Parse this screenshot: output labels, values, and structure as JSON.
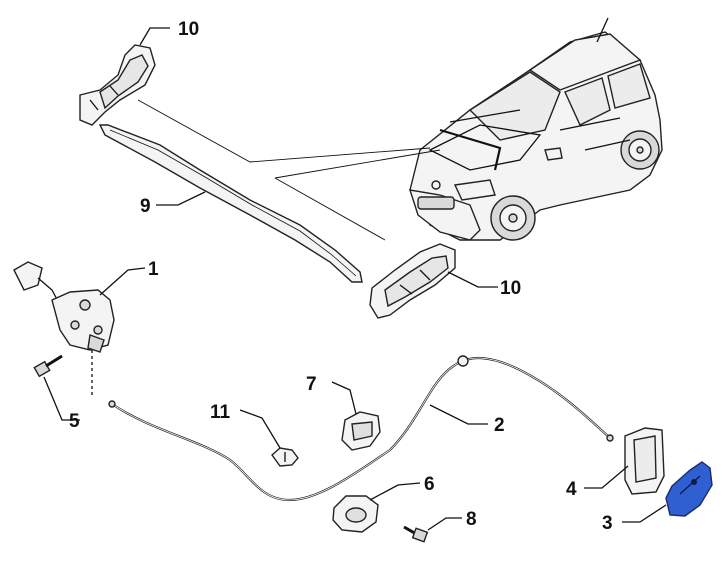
{
  "callouts": {
    "c1": "1",
    "c2": "2",
    "c3": "3",
    "c4": "4",
    "c5": "5",
    "c6": "6",
    "c7": "7",
    "c8": "8",
    "c9": "9",
    "c10_top": "10",
    "c10_mid": "10",
    "c11": "11"
  },
  "colors": {
    "highlight_part": "#2f5fd1",
    "line": "#111111",
    "background": "#ffffff"
  }
}
